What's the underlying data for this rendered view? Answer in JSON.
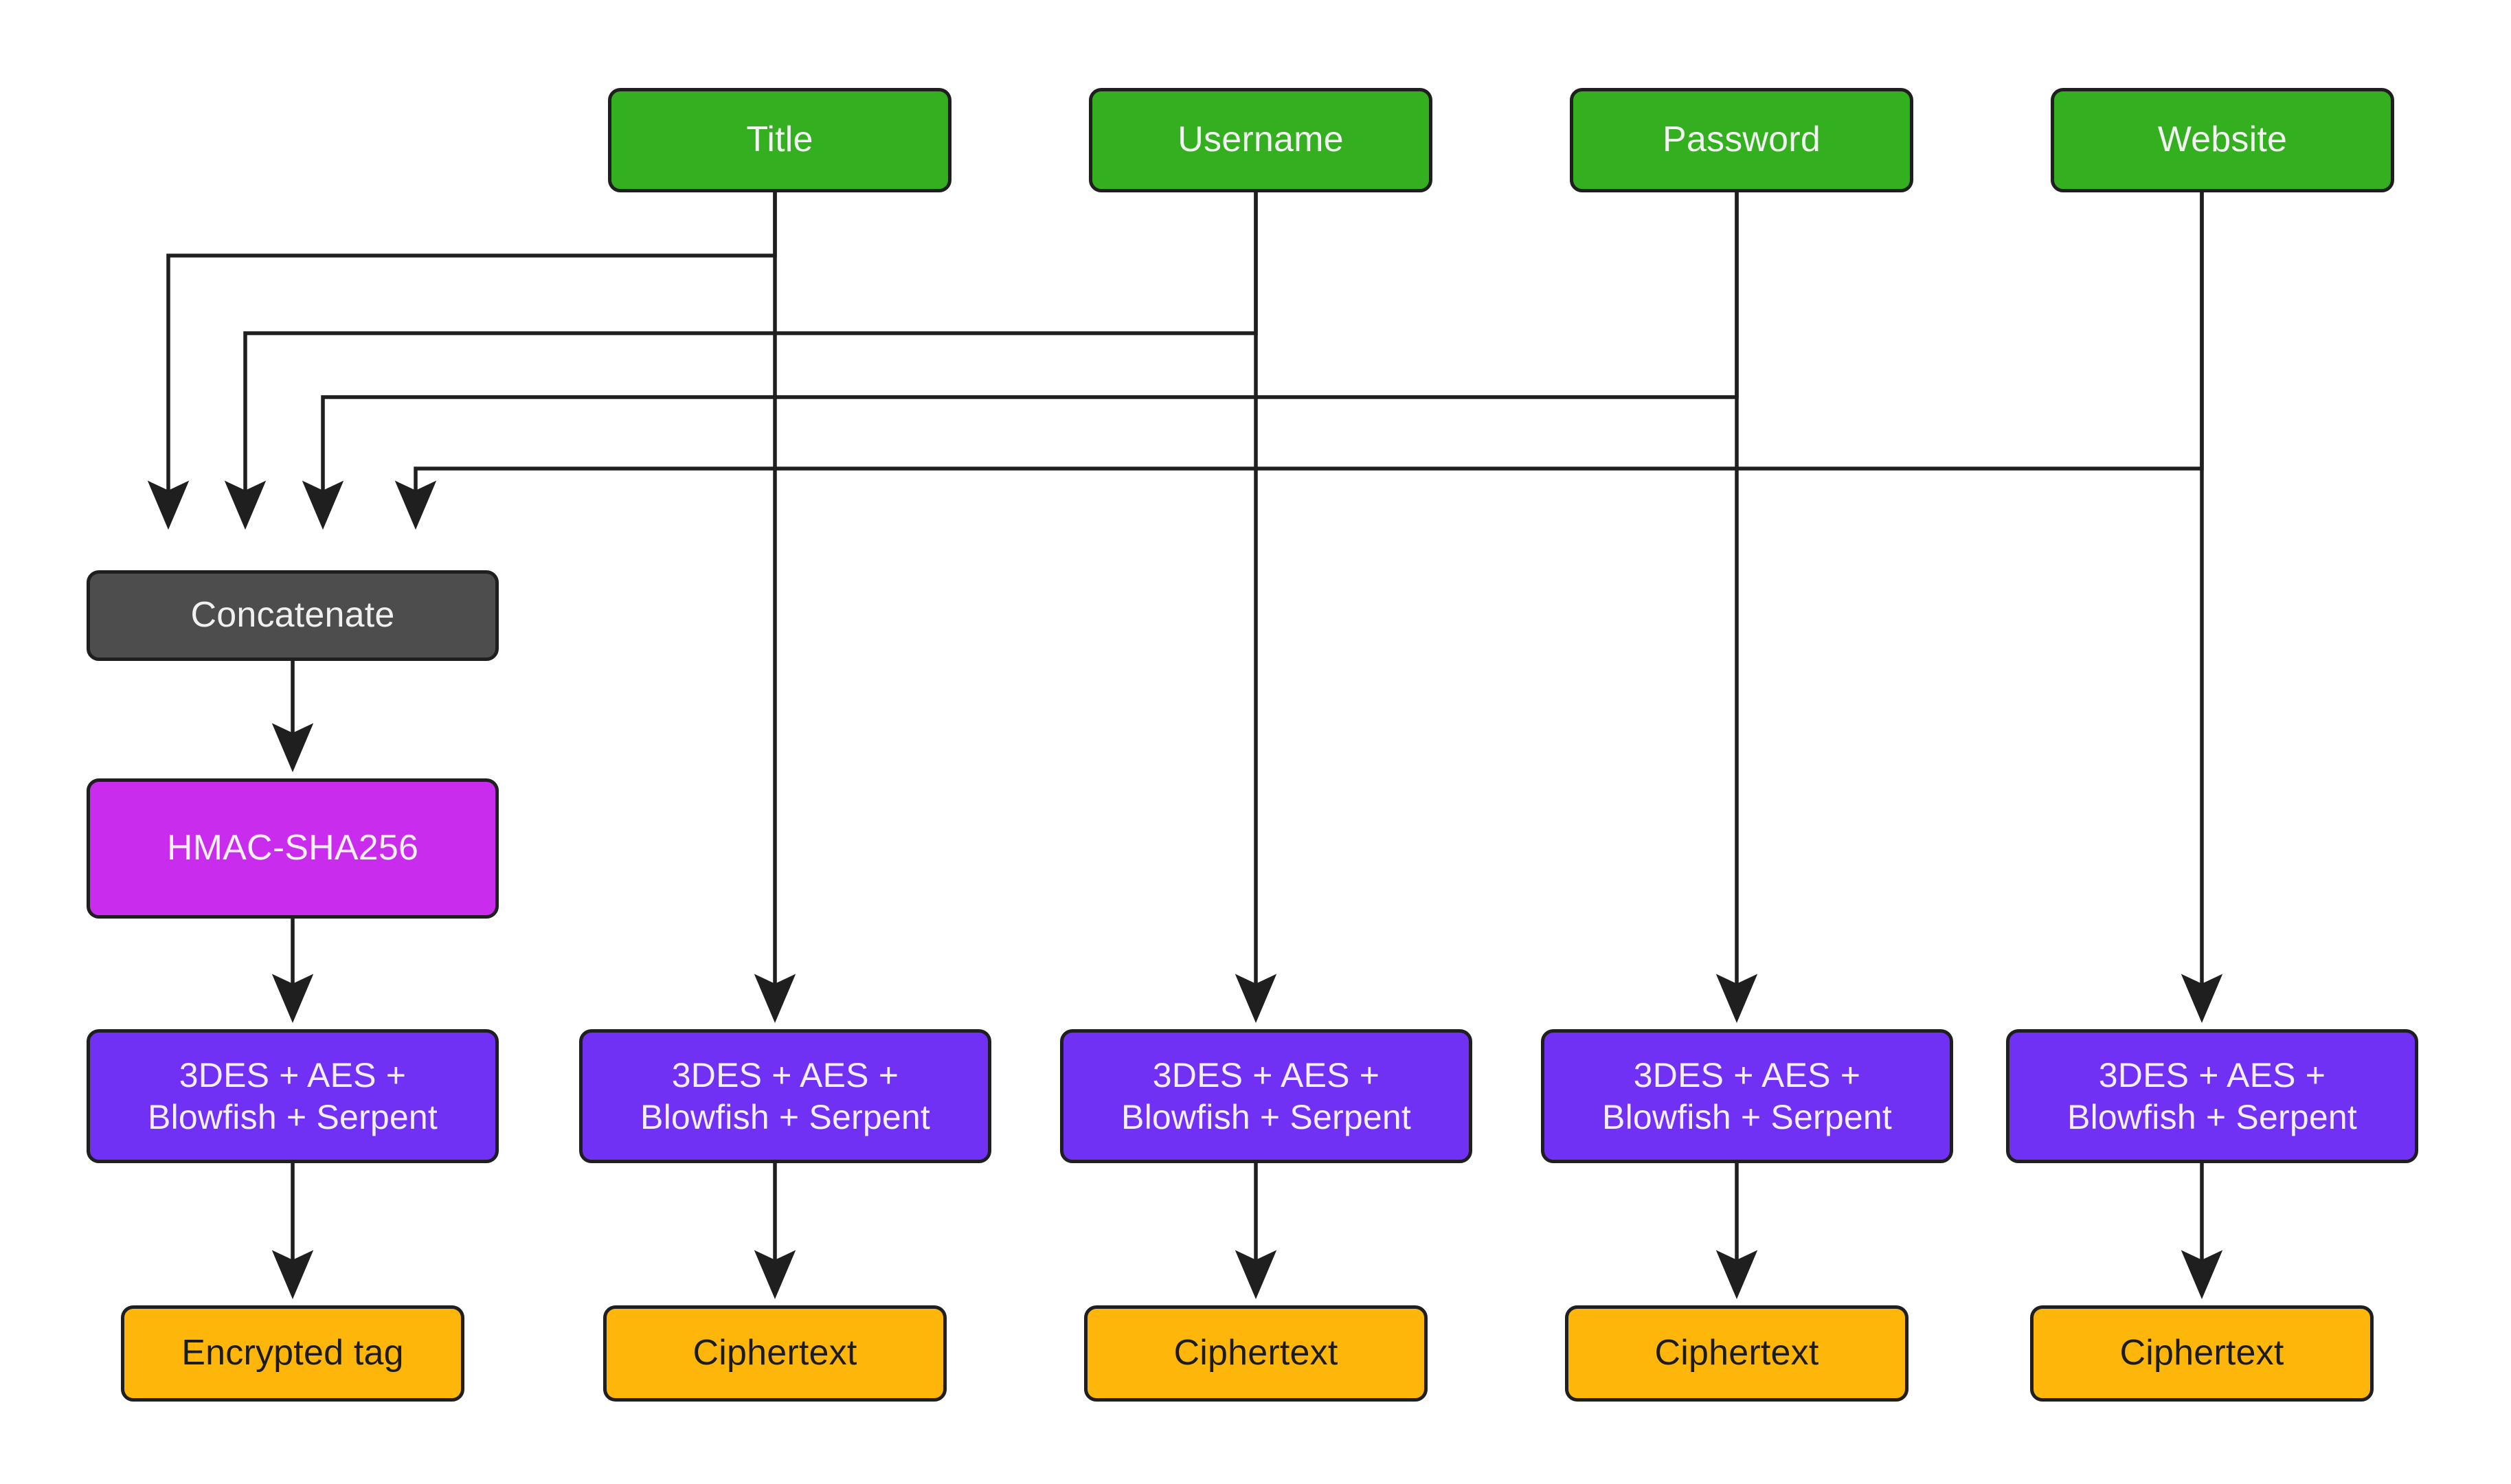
{
  "diagram": {
    "type": "flowchart",
    "direction": "top-down",
    "background_color": "#ffffff",
    "edge_color": "#1f1f1f",
    "palette": {
      "input": "#34af20",
      "concatenate": "#4d4d4d",
      "hmac": "#ca2cee",
      "cipher_algorithms": "#7131f5",
      "output": "#ffb60a",
      "stroke": "#1f1f1f",
      "light_text": "#f2f2f2",
      "dark_text": "#1c1c1c"
    },
    "nodes": {
      "inputs": [
        {
          "id": "title",
          "label": "Title"
        },
        {
          "id": "username",
          "label": "Username"
        },
        {
          "id": "password",
          "label": "Password"
        },
        {
          "id": "website",
          "label": "Website"
        }
      ],
      "concatenate": {
        "id": "concatenate",
        "label": "Concatenate"
      },
      "hmac": {
        "id": "hmac",
        "label": "HMAC-SHA256"
      },
      "cipher_algorithms": [
        {
          "id": "alg-tag",
          "label": "3DES + AES +\nBlowfish + Serpent"
        },
        {
          "id": "alg-title",
          "label": "3DES + AES +\nBlowfish + Serpent"
        },
        {
          "id": "alg-username",
          "label": "3DES + AES +\nBlowfish + Serpent"
        },
        {
          "id": "alg-password",
          "label": "3DES + AES +\nBlowfish + Serpent"
        },
        {
          "id": "alg-website",
          "label": "3DES + AES +\nBlowfish + Serpent"
        }
      ],
      "outputs": [
        {
          "id": "out-tag",
          "label": "Encrypted tag"
        },
        {
          "id": "out-title",
          "label": "Ciphertext"
        },
        {
          "id": "out-username",
          "label": "Ciphertext"
        },
        {
          "id": "out-password",
          "label": "Ciphertext"
        },
        {
          "id": "out-website",
          "label": "Ciphertext"
        }
      ]
    },
    "edges": [
      {
        "from": "title",
        "to": "concatenate"
      },
      {
        "from": "username",
        "to": "concatenate"
      },
      {
        "from": "password",
        "to": "concatenate"
      },
      {
        "from": "website",
        "to": "concatenate"
      },
      {
        "from": "concatenate",
        "to": "hmac"
      },
      {
        "from": "hmac",
        "to": "alg-tag"
      },
      {
        "from": "title",
        "to": "alg-title"
      },
      {
        "from": "username",
        "to": "alg-username"
      },
      {
        "from": "password",
        "to": "alg-password"
      },
      {
        "from": "website",
        "to": "alg-website"
      },
      {
        "from": "alg-tag",
        "to": "out-tag"
      },
      {
        "from": "alg-title",
        "to": "out-title"
      },
      {
        "from": "alg-username",
        "to": "out-username"
      },
      {
        "from": "alg-password",
        "to": "out-password"
      },
      {
        "from": "alg-website",
        "to": "out-website"
      }
    ]
  }
}
